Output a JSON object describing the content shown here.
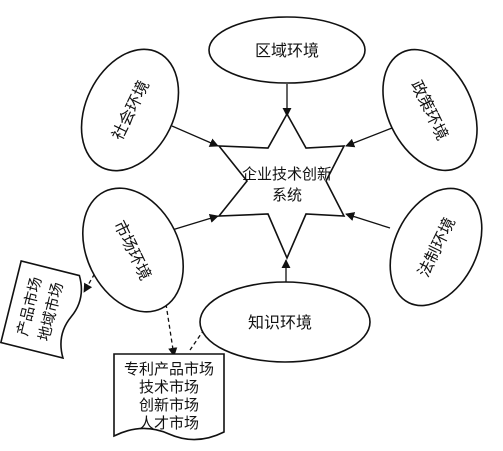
{
  "diagram": {
    "center": {
      "line1": "企业技术创新",
      "line2": "系统"
    },
    "nodes": {
      "regional": "区域环境",
      "social": "社会环境",
      "policy": "政策环境",
      "market": "市场环境",
      "legal": "法制环境",
      "knowledge": "知识环境"
    },
    "notes": {
      "market_types_left": [
        "产品市场",
        "地域市场"
      ],
      "market_types_bottom": [
        "专利产品市场",
        "技术市场",
        "创新市场",
        "人才市场"
      ]
    }
  }
}
